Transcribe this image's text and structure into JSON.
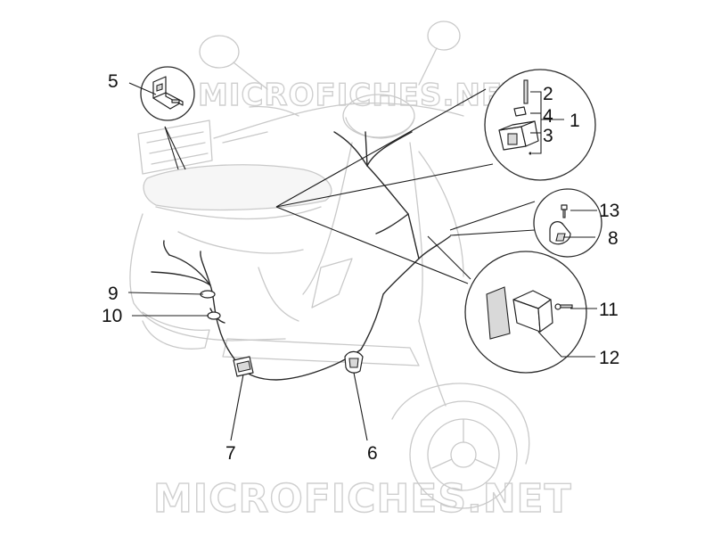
{
  "callouts": {
    "n1": "1",
    "n2": "2",
    "n3": "3",
    "n4": "4",
    "n5": "5",
    "n6": "6",
    "n7": "7",
    "n8": "8",
    "n9": "9",
    "n10": "10",
    "n11": "11",
    "n12": "12",
    "n13": "13"
  },
  "watermarks": {
    "top": "MICROFICHES.NET",
    "bottom": "MICROFICHES.NET"
  },
  "colors": {
    "ghost_outline": "#c9c9c9",
    "part_outline": "#222222",
    "background": "#ffffff"
  }
}
